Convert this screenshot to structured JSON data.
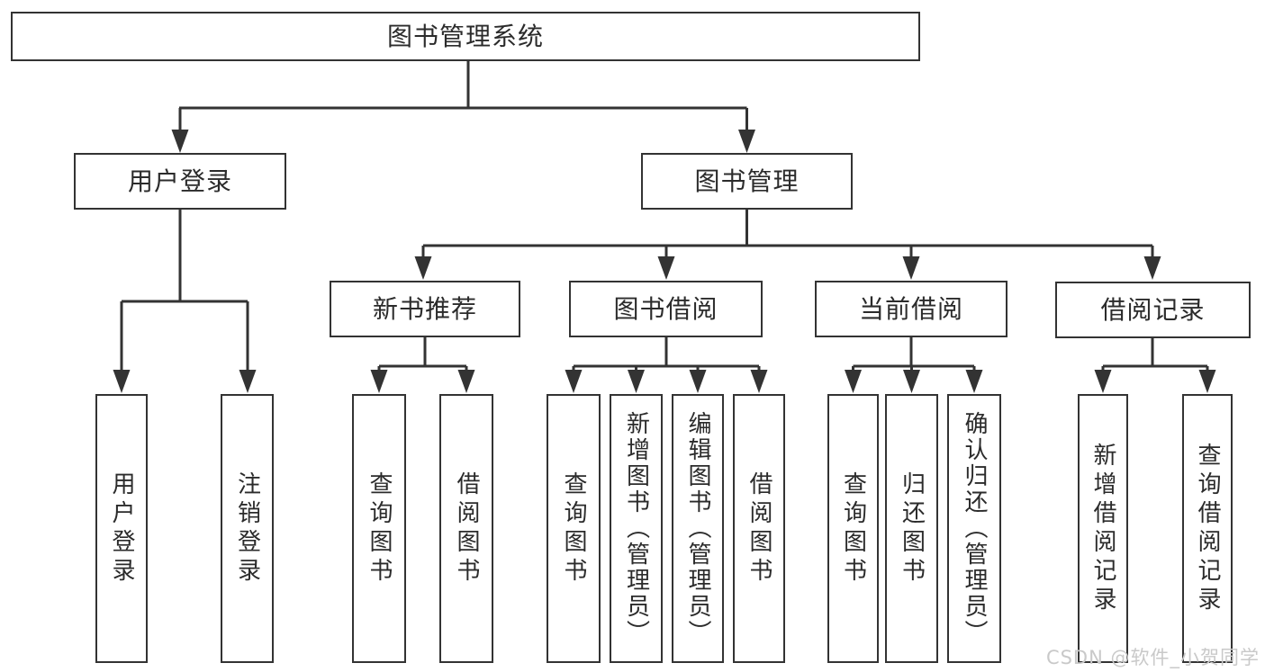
{
  "diagram": {
    "type": "functional-structure-tree",
    "root": {
      "label": "图书管理系统",
      "children": [
        {
          "label": "用户登录",
          "children": [
            {
              "label": "用户登录"
            },
            {
              "label": "注销登录"
            }
          ]
        },
        {
          "label": "图书管理",
          "children": [
            {
              "label": "新书推荐",
              "children": [
                {
                  "label": "查询图书"
                },
                {
                  "label": "借阅图书"
                }
              ]
            },
            {
              "label": "图书借阅",
              "children": [
                {
                  "label": "查询图书"
                },
                {
                  "label": "新增图书（管理员）"
                },
                {
                  "label": "编辑图书（管理员）"
                },
                {
                  "label": "借阅图书"
                }
              ]
            },
            {
              "label": "当前借阅",
              "children": [
                {
                  "label": "查询图书"
                },
                {
                  "label": "归还图书"
                },
                {
                  "label": "确认归还（管理员）"
                }
              ]
            },
            {
              "label": "借阅记录",
              "children": [
                {
                  "label": "新增借阅记录"
                },
                {
                  "label": "查询借阅记录"
                }
              ]
            }
          ]
        }
      ]
    },
    "colors": {
      "line": "#333333",
      "box_border": "#333333",
      "box_fill": "#ffffff",
      "text": "#2b2b2b",
      "background": "#ffffff"
    }
  },
  "watermark": {
    "text": "CSDN @软件_小贺同学",
    "color": "#c9c9c9"
  }
}
